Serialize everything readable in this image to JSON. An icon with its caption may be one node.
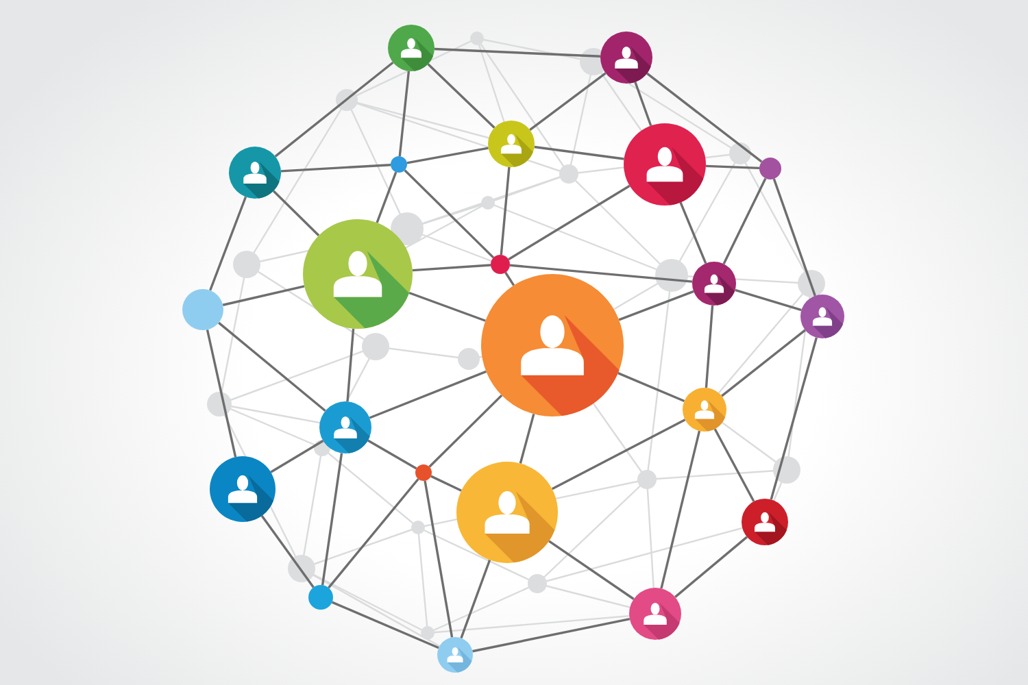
{
  "diagram": {
    "nodes": [
      {
        "text": [],
        "shape": "person"
      },
      {
        "text": [],
        "shape": "person"
      },
      {
        "text": [],
        "shape": "person"
      },
      {
        "text": [],
        "shape": "circle"
      },
      {
        "text": [],
        "shape": "person"
      },
      {
        "text": [],
        "shape": "circle"
      },
      {
        "text": [],
        "shape": "person"
      },
      {
        "text": [],
        "shape": "circle"
      },
      {
        "text": [],
        "shape": "person"
      },
      {
        "text": [],
        "shape": "person"
      },
      {
        "text": [],
        "shape": "circle"
      },
      {
        "text": [],
        "shape": "person"
      },
      {
        "text": [],
        "shape": "person"
      },
      {
        "text": [],
        "shape": "person"
      },
      {
        "text": [],
        "shape": "person"
      },
      {
        "text": [],
        "shape": "circle"
      },
      {
        "text": [],
        "shape": "person"
      },
      {
        "text": [],
        "shape": "person"
      },
      {
        "text": [],
        "shape": "person"
      },
      {
        "text": [],
        "shape": "circle"
      },
      {
        "text": [],
        "shape": "person"
      },
      {
        "text": [],
        "shape": "person"
      }
    ],
    "edges": [
      {
        "from": 0,
        "to": 6,
        "arrow": "none"
      },
      {
        "from": 0,
        "to": 3,
        "arrow": "none"
      },
      {
        "from": 0,
        "to": 2,
        "arrow": "none"
      },
      {
        "from": 0,
        "to": 1,
        "arrow": "none"
      },
      {
        "from": 1,
        "to": 2,
        "arrow": "none"
      },
      {
        "from": 1,
        "to": 4,
        "arrow": "none"
      },
      {
        "from": 1,
        "to": 5,
        "arrow": "none"
      },
      {
        "from": 6,
        "to": 3,
        "arrow": "none"
      },
      {
        "from": 3,
        "to": 2,
        "arrow": "none"
      },
      {
        "from": 3,
        "to": 7,
        "arrow": "none"
      },
      {
        "from": 3,
        "to": 8,
        "arrow": "none"
      },
      {
        "from": 2,
        "to": 4,
        "arrow": "none"
      },
      {
        "from": 2,
        "to": 7,
        "arrow": "none"
      },
      {
        "from": 4,
        "to": 5,
        "arrow": "none"
      },
      {
        "from": 4,
        "to": 7,
        "arrow": "none"
      },
      {
        "from": 4,
        "to": 9,
        "arrow": "none"
      },
      {
        "from": 5,
        "to": 9,
        "arrow": "none"
      },
      {
        "from": 5,
        "to": 11,
        "arrow": "none"
      },
      {
        "from": 6,
        "to": 8,
        "arrow": "none"
      },
      {
        "from": 6,
        "to": 10,
        "arrow": "none"
      },
      {
        "from": 10,
        "to": 8,
        "arrow": "none"
      },
      {
        "from": 8,
        "to": 7,
        "arrow": "none"
      },
      {
        "from": 8,
        "to": 12,
        "arrow": "none"
      },
      {
        "from": 7,
        "to": 12,
        "arrow": "none"
      },
      {
        "from": 7,
        "to": 9,
        "arrow": "none"
      },
      {
        "from": 9,
        "to": 11,
        "arrow": "none"
      },
      {
        "from": 9,
        "to": 13,
        "arrow": "none"
      },
      {
        "from": 12,
        "to": 9,
        "arrow": "none"
      },
      {
        "from": 8,
        "to": 14,
        "arrow": "none"
      },
      {
        "from": 10,
        "to": 16,
        "arrow": "none"
      },
      {
        "from": 10,
        "to": 14,
        "arrow": "none"
      },
      {
        "from": 11,
        "to": 13,
        "arrow": "none"
      },
      {
        "from": 11,
        "to": 18,
        "arrow": "none"
      },
      {
        "from": 12,
        "to": 13,
        "arrow": "none"
      },
      {
        "from": 13,
        "to": 17,
        "arrow": "none"
      },
      {
        "from": 13,
        "to": 20,
        "arrow": "none"
      },
      {
        "from": 13,
        "to": 18,
        "arrow": "none"
      },
      {
        "from": 18,
        "to": 20,
        "arrow": "none"
      },
      {
        "from": 17,
        "to": 20,
        "arrow": "none"
      },
      {
        "from": 12,
        "to": 17,
        "arrow": "none"
      },
      {
        "from": 20,
        "to": 21,
        "arrow": "none"
      },
      {
        "from": 14,
        "to": 12,
        "arrow": "none"
      },
      {
        "from": 14,
        "to": 16,
        "arrow": "none"
      },
      {
        "from": 14,
        "to": 15,
        "arrow": "none"
      },
      {
        "from": 15,
        "to": 17,
        "arrow": "none"
      },
      {
        "from": 15,
        "to": 12,
        "arrow": "none"
      },
      {
        "from": 14,
        "to": 19,
        "arrow": "none"
      },
      {
        "from": 16,
        "to": 19,
        "arrow": "none"
      },
      {
        "from": 15,
        "to": 19,
        "arrow": "none"
      },
      {
        "from": 15,
        "to": 21,
        "arrow": "none"
      },
      {
        "from": 19,
        "to": 21,
        "arrow": "none"
      },
      {
        "from": 17,
        "to": 21,
        "arrow": "none"
      }
    ]
  }
}
